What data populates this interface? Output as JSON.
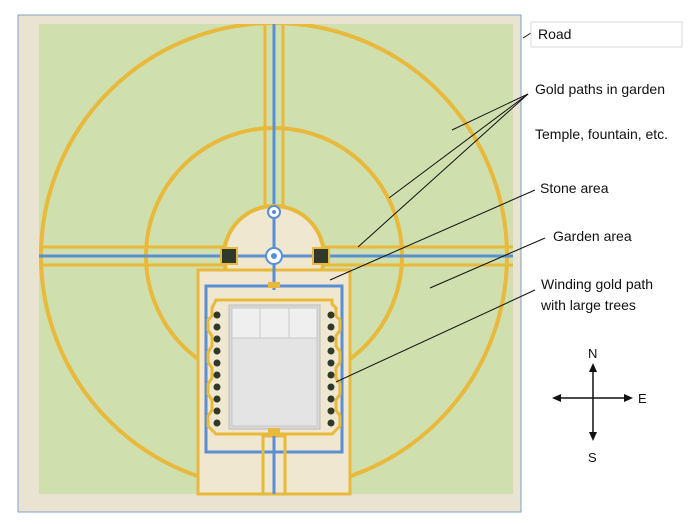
{
  "labels": {
    "road": "Road",
    "gold_paths": "Gold paths in garden",
    "temple": "Temple, fountain, etc.",
    "stone_area": "Stone area",
    "garden_area": "Garden area",
    "winding_line1": "Winding gold path",
    "winding_line2": "with large trees"
  },
  "compass": {
    "north": "N",
    "south": "S",
    "east": "E"
  },
  "colors": {
    "road": "#e9e3d2",
    "garden": "#cfdfae",
    "gold_path": "#e8b93a",
    "water": "#5b8fd3",
    "stone": "#efe7cf",
    "temple": "#d8d8d8",
    "tree": "#2f3a2a",
    "frame": "#7fa1c7"
  },
  "icons": {
    "compass": "compass-rose-icon",
    "fountain": "fountain-icon",
    "tree": "tree-icon"
  }
}
